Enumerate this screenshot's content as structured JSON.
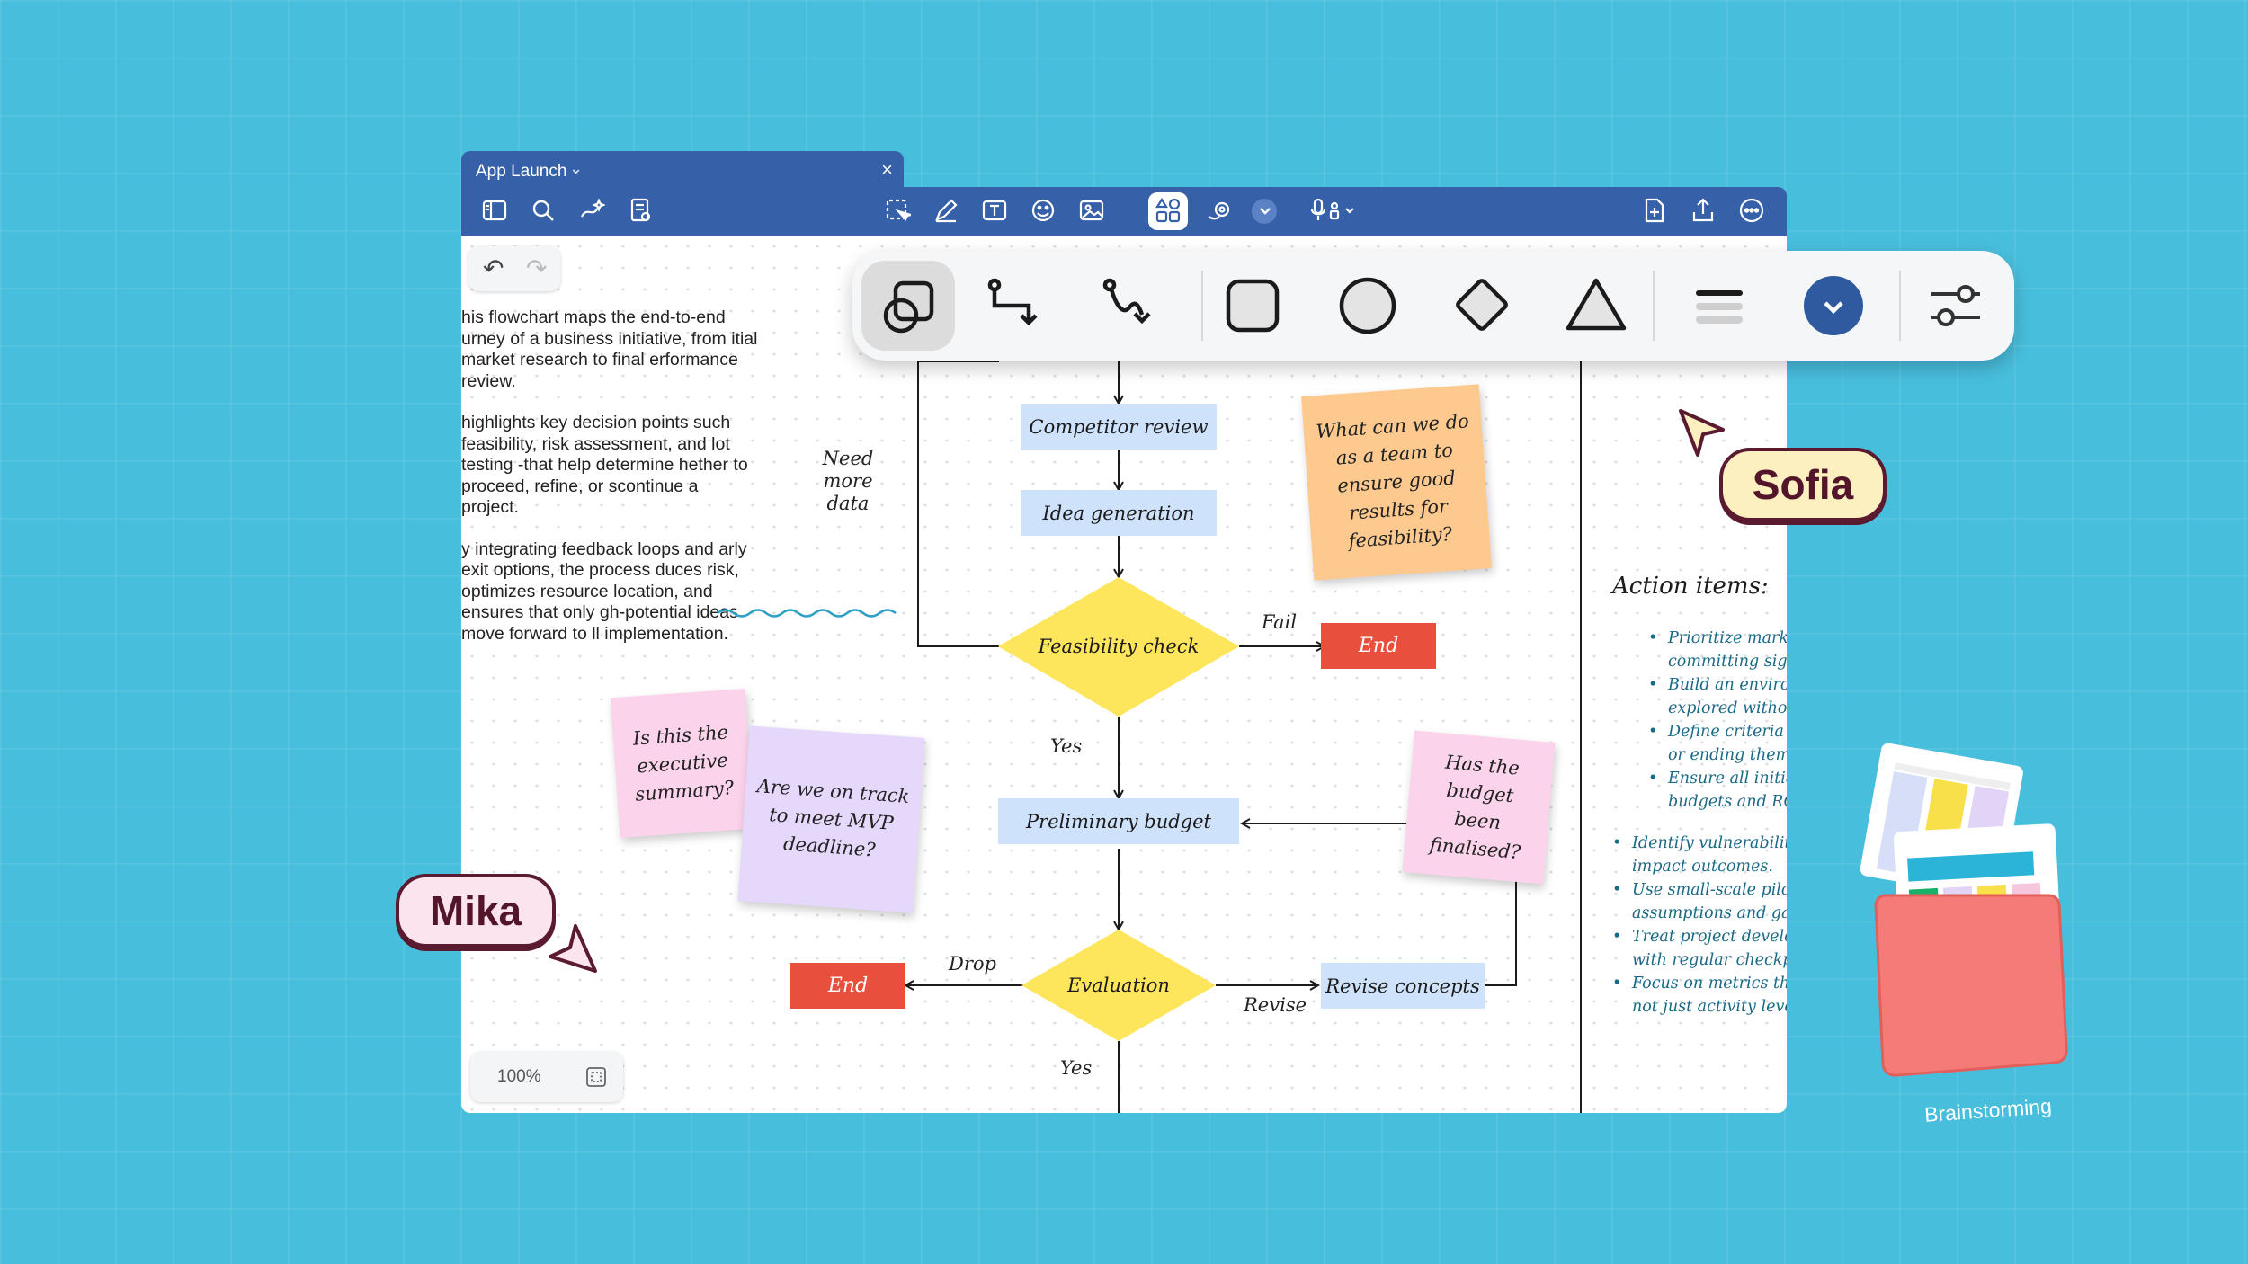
{
  "app": {
    "tab_title": "App Launch",
    "tab_close": "×",
    "tab_chevron": "⌄"
  },
  "history": {
    "undo": "↶",
    "redo": "↷"
  },
  "intro_text": [
    "his flowchart maps the end-to-end urney of a business initiative, from itial market research to final erformance review.",
    "highlights key decision points such feasibility, risk assessment, and lot testing -that help determine hether to proceed, refine, or scontinue a project.",
    "y integrating feedback loops and arly exit options, the process duces risk, optimizes resource location, and ensures that only gh-potential ideas move forward to ll implementation."
  ],
  "flowchart": {
    "nodes": {
      "competitor_review": "Competitor review",
      "idea_generation": "Idea generation",
      "feasibility_check": "Feasibility check",
      "end_fail": "End",
      "preliminary_budget": "Preliminary budget",
      "evaluation": "Evaluation",
      "end_drop": "End",
      "revise_concepts": "Revise concepts"
    },
    "edges": {
      "need_more_data": "Need more data",
      "fail": "Fail",
      "yes_1": "Yes",
      "drop": "Drop",
      "revise": "Revise",
      "yes_2": "Yes"
    },
    "colors": {
      "process": "#cfe2fb",
      "decision": "#fde55c",
      "end": "#e8503d"
    }
  },
  "stickies": {
    "team_question": "What can we do as a team to ensure good results for feasibility?",
    "executive_summary": "Is this the executive summary?",
    "mvp_deadline": "Are we on track to meet MVP deadline?",
    "budget_finalised": "Has the budget been finalised?",
    "colors": {
      "orange": "#fdc98e",
      "pink": "#fbd3ea",
      "lavender": "#e6d8fb"
    }
  },
  "action_items": {
    "title": "Action items:",
    "sub_items": [
      "Prioritize marke",
      "committing sign",
      "Build an environ",
      "explored without",
      "Define criteria f",
      "or ending them.",
      "Ensure all initiat",
      "budgets and ROI"
    ],
    "items": [
      "Identify vulnerabilitie",
      "impact outcomes.",
      "Use small-scale pilots",
      "assumptions and gath",
      "Treat project develop",
      "with regular checkpoin",
      "Focus on metrics that",
      "not just activity level"
    ]
  },
  "zoom": {
    "level": "100%"
  },
  "collaborators": {
    "sofia": {
      "name": "Sofia",
      "bg": "#fcefc0"
    },
    "mika": {
      "name": "Mika",
      "bg": "#fce4ef"
    }
  },
  "folder": {
    "label": "Brainstorming",
    "color": "#f57b78"
  },
  "shape_toolbar": {
    "tools": [
      "shapes-icon",
      "elbow-connector-icon",
      "curved-connector-icon",
      "rounded-rectangle-icon",
      "circle-icon",
      "diamond-icon",
      "triangle-icon",
      "line-style-icon",
      "color-picker-icon",
      "settings-sliders-icon"
    ],
    "accent": "#2f5aa0"
  }
}
